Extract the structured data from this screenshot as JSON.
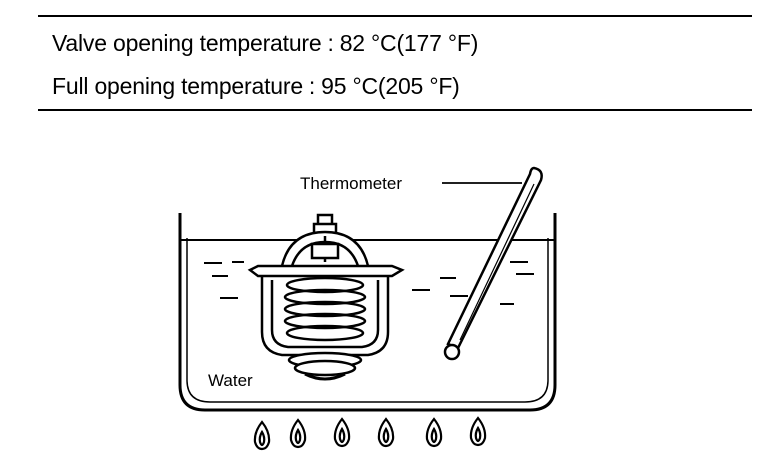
{
  "specs": [
    {
      "label": "Valve opening temperature",
      "separator": ":",
      "value": "82 °C(177 °F)"
    },
    {
      "label": "Full opening temperature",
      "separator": ":",
      "value": "95 °C(205 °F)"
    }
  ],
  "diagram": {
    "thermometer_label": "Thermometer",
    "water_label": "Water"
  }
}
